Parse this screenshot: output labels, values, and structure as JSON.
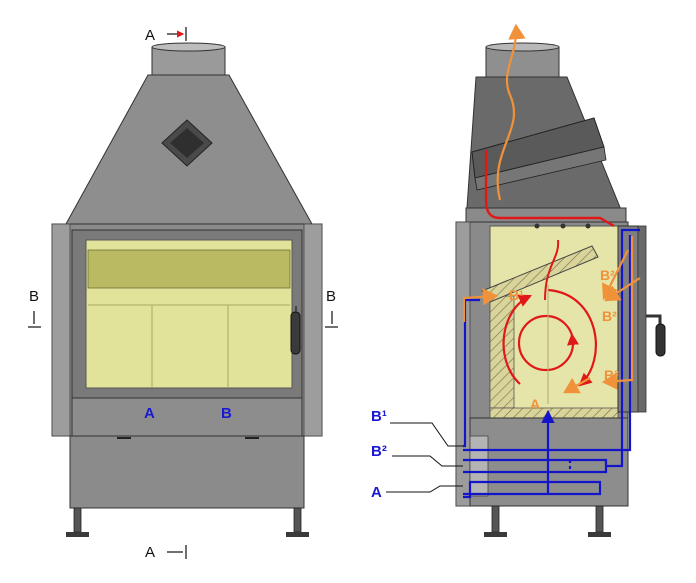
{
  "colors": {
    "steel": "#8d8d8d",
    "steel_dark": "#5e5e5e",
    "steel_light": "#b4b4b4",
    "glass": "#e2e39a",
    "glass_dark": "#b9ba62",
    "blue_air": "#1414c8",
    "orange_air": "#f0923a",
    "smoke_red": "#e01818",
    "label_blue": "#1a1ad0"
  },
  "front_view": {
    "section_top": "A",
    "section_bottom": "A",
    "section_left": "B",
    "section_right": "B",
    "inlet_a": "A",
    "inlet_b": "B"
  },
  "side_view": {
    "legend": [
      {
        "label": "B¹"
      },
      {
        "label": "B²"
      },
      {
        "label": "A"
      }
    ],
    "flow_labels": [
      "B¹",
      "B²",
      "B²",
      "B²",
      "A"
    ]
  }
}
